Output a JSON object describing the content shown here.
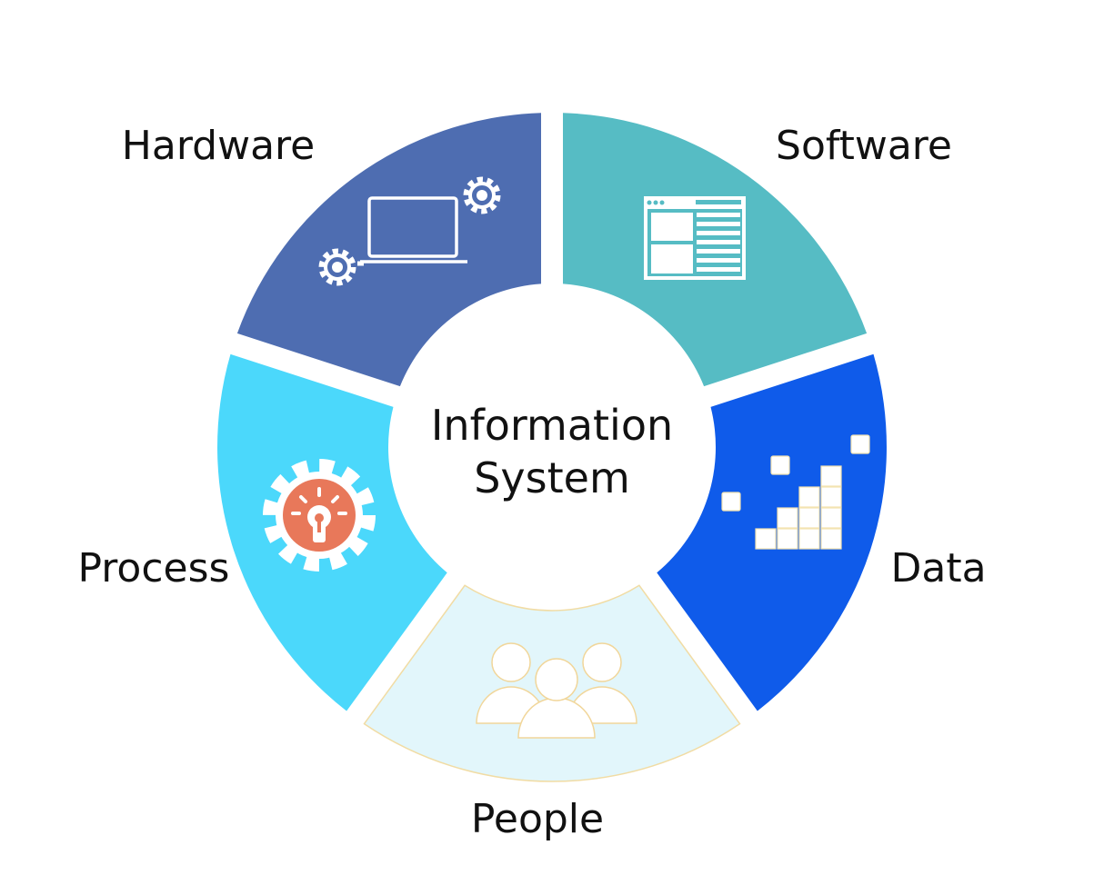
{
  "center": {
    "line1": "Information",
    "line2": "System"
  },
  "segments": [
    {
      "key": "hardware",
      "label": "Hardware",
      "color": "#4e6db1",
      "icon": "laptop-gears-icon"
    },
    {
      "key": "software",
      "label": "Software",
      "color": "#56bcc4",
      "icon": "browser-window-icon"
    },
    {
      "key": "data",
      "label": "Data",
      "color": "#0f5bea",
      "icon": "data-blocks-icon"
    },
    {
      "key": "people",
      "label": "People",
      "color": "#e2f6fb",
      "icon": "people-group-icon"
    },
    {
      "key": "process",
      "label": "Process",
      "color": "#4bd8fb",
      "icon": "lightbulb-gear-icon"
    }
  ],
  "colors": {
    "background": "#ffffff",
    "text": "#111111",
    "icon": "#ffffff",
    "process_bulb": "#e8785a"
  }
}
